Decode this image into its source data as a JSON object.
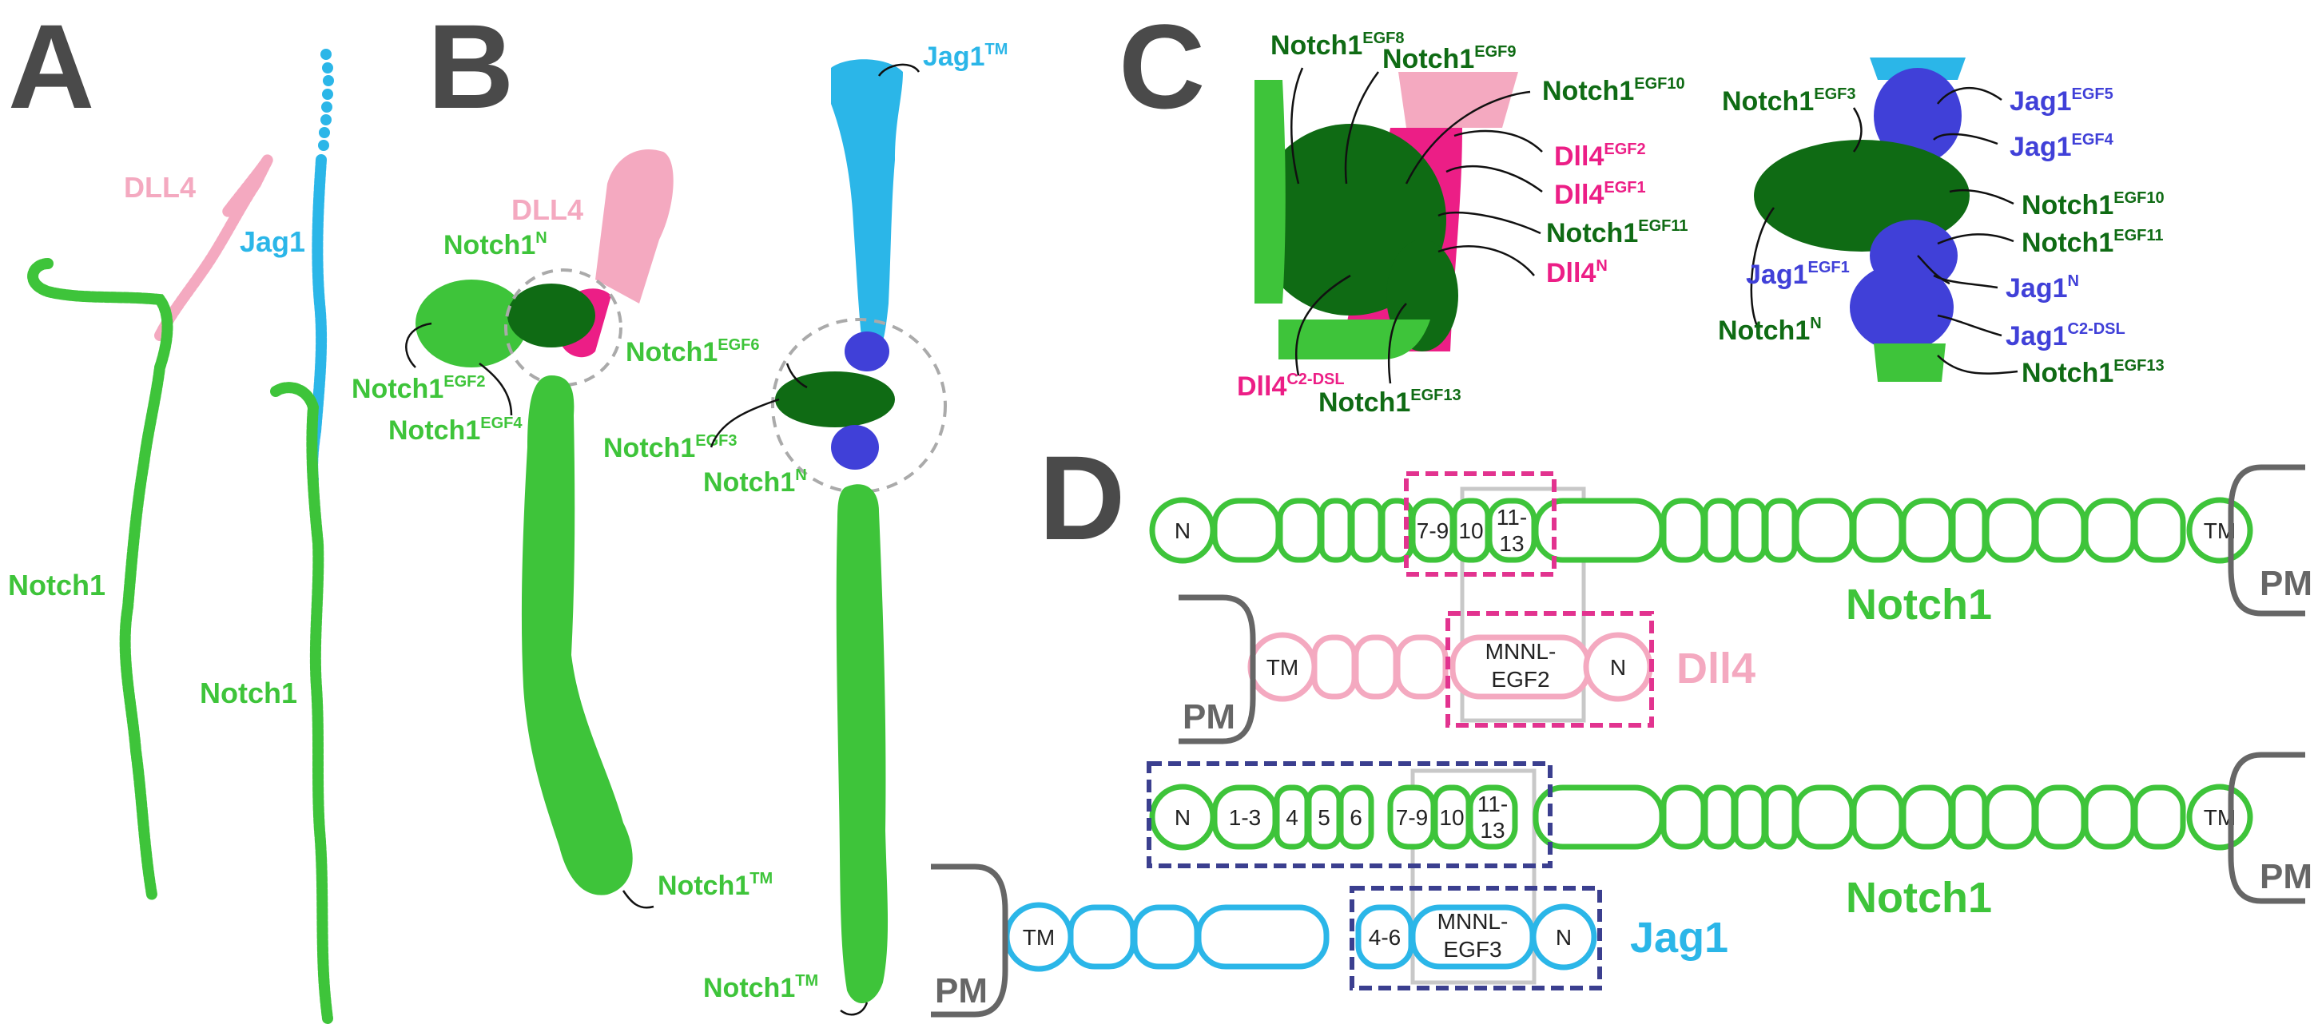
{
  "colors": {
    "notch_light": "#3ec43a",
    "notch_dark": "#0f6b14",
    "dll4_pink": "#f4a9c0",
    "dll4_magenta": "#ec1e86",
    "jag1_cyan": "#2bb6e8",
    "jag1_blue": "#4040d8",
    "pm_gray": "#666666",
    "dash_pink": "#e2338f",
    "dash_navy": "#3b3f8f",
    "gray_box": "#c8c8c8"
  },
  "panels": {
    "A": {
      "letter": "A",
      "labels": {
        "dll4": "DLL4",
        "jag1": "Jag1",
        "notch1_left": "Notch1",
        "notch1_right": "Notch1"
      }
    },
    "B": {
      "letter": "B",
      "left_model": {
        "dll4": "DLL4",
        "notch1_n": "Notch1",
        "notch1_n_sup": "N",
        "notch1_egf2": "Notch1",
        "notch1_egf2_sup": "EGF2",
        "notch1_egf4": "Notch1",
        "notch1_egf4_sup": "EGF4",
        "notch1_tm": "Notch1",
        "notch1_tm_sup": "TM"
      },
      "right_model": {
        "jag1_tm": "Jag1",
        "jag1_tm_sup": "TM",
        "notch1_egf6": "Notch1",
        "notch1_egf6_sup": "EGF6",
        "notch1_egf3": "Notch1",
        "notch1_egf3_sup": "EGF3",
        "notch1_n": "Notch1",
        "notch1_n_sup": "N",
        "notch1_tm": "Notch1",
        "notch1_tm_sup": "TM"
      }
    },
    "C": {
      "letter": "C",
      "left": [
        {
          "base": "Notch1",
          "sup": "EGF8",
          "color": "#0f6b14"
        },
        {
          "base": "Notch1",
          "sup": "EGF9",
          "color": "#0f6b14"
        },
        {
          "base": "Notch1",
          "sup": "EGF10",
          "color": "#0f6b14"
        },
        {
          "base": "Dll4",
          "sup": "EGF2",
          "color": "#ec1e86"
        },
        {
          "base": "Dll4",
          "sup": "EGF1",
          "color": "#ec1e86"
        },
        {
          "base": "Notch1",
          "sup": "EGF11",
          "color": "#0f6b14"
        },
        {
          "base": "Dll4",
          "sup": "N",
          "color": "#ec1e86"
        },
        {
          "base": "Dll4",
          "sup": "C2-DSL",
          "color": "#ec1e86"
        },
        {
          "base": "Notch1",
          "sup": "EGF13",
          "color": "#0f6b14"
        }
      ],
      "right": [
        {
          "base": "Notch1",
          "sup": "EGF3",
          "color": "#0f6b14"
        },
        {
          "base": "Jag1",
          "sup": "EGF5",
          "color": "#4040d8"
        },
        {
          "base": "Jag1",
          "sup": "EGF4",
          "color": "#4040d8"
        },
        {
          "base": "Notch1",
          "sup": "EGF10",
          "color": "#0f6b14"
        },
        {
          "base": "Notch1",
          "sup": "EGF11",
          "color": "#0f6b14"
        },
        {
          "base": "Jag1",
          "sup": "EGF1",
          "color": "#4040d8"
        },
        {
          "base": "Jag1",
          "sup": "N",
          "color": "#4040d8"
        },
        {
          "base": "Jag1",
          "sup": "C2-DSL",
          "color": "#4040d8"
        },
        {
          "base": "Notch1",
          "sup": "N",
          "color": "#0f6b14"
        },
        {
          "base": "Notch1",
          "sup": "EGF13",
          "color": "#0f6b14"
        }
      ]
    },
    "D": {
      "letter": "D",
      "notch1_top": {
        "name": "Notch1",
        "n": "N",
        "d1": "7-9",
        "d2": "10",
        "d3a": "11-",
        "d3b": "13",
        "tm": "TM",
        "pm": "PM"
      },
      "dll4": {
        "name": "Dll4",
        "tm": "TM",
        "pm": "PM",
        "mnnl_a": "MNNL-",
        "mnnl_b": "EGF2",
        "n": "N"
      },
      "notch1_bottom": {
        "name": "Notch1",
        "n": "N",
        "d0": "1-3",
        "d4": "4",
        "d5": "5",
        "d6": "6",
        "d1": "7-9",
        "d2": "10",
        "d3a": "11-",
        "d3b": "13",
        "tm": "TM",
        "pm": "PM"
      },
      "jag1": {
        "name": "Jag1",
        "tm": "TM",
        "pm": "PM",
        "d46": "4-6",
        "mnnl_a": "MNNL-",
        "mnnl_b": "EGF3",
        "n": "N"
      }
    }
  }
}
